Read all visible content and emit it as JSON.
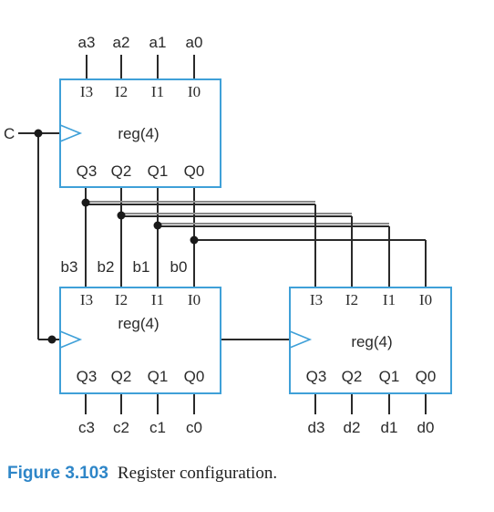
{
  "figure": {
    "clock_label": "C",
    "top_inputs": [
      "a3",
      "a2",
      "a1",
      "a0"
    ],
    "b_labels": [
      "b3",
      "b2",
      "b1",
      "b0"
    ],
    "c_outputs": [
      "c3",
      "c2",
      "c1",
      "c0"
    ],
    "d_outputs": [
      "d3",
      "d2",
      "d1",
      "d0"
    ],
    "registers": [
      {
        "title": "reg(4)",
        "inputs": [
          "I3",
          "I2",
          "I1",
          "I0"
        ],
        "outputs": [
          "Q3",
          "Q2",
          "Q1",
          "Q0"
        ]
      },
      {
        "title": "reg(4)",
        "inputs": [
          "I3",
          "I2",
          "I1",
          "I0"
        ],
        "outputs": [
          "Q3",
          "Q2",
          "Q1",
          "Q0"
        ]
      },
      {
        "title": "reg(4)",
        "inputs": [
          "I3",
          "I2",
          "I1",
          "I0"
        ],
        "outputs": [
          "Q3",
          "Q2",
          "Q1",
          "Q0"
        ]
      }
    ],
    "colors": {
      "box": "#3fa0d8",
      "wire": "#2a2a2a",
      "caption_number": "#2e86c8"
    }
  },
  "caption": {
    "number": "Figure 3.103",
    "text": "Register configuration."
  }
}
